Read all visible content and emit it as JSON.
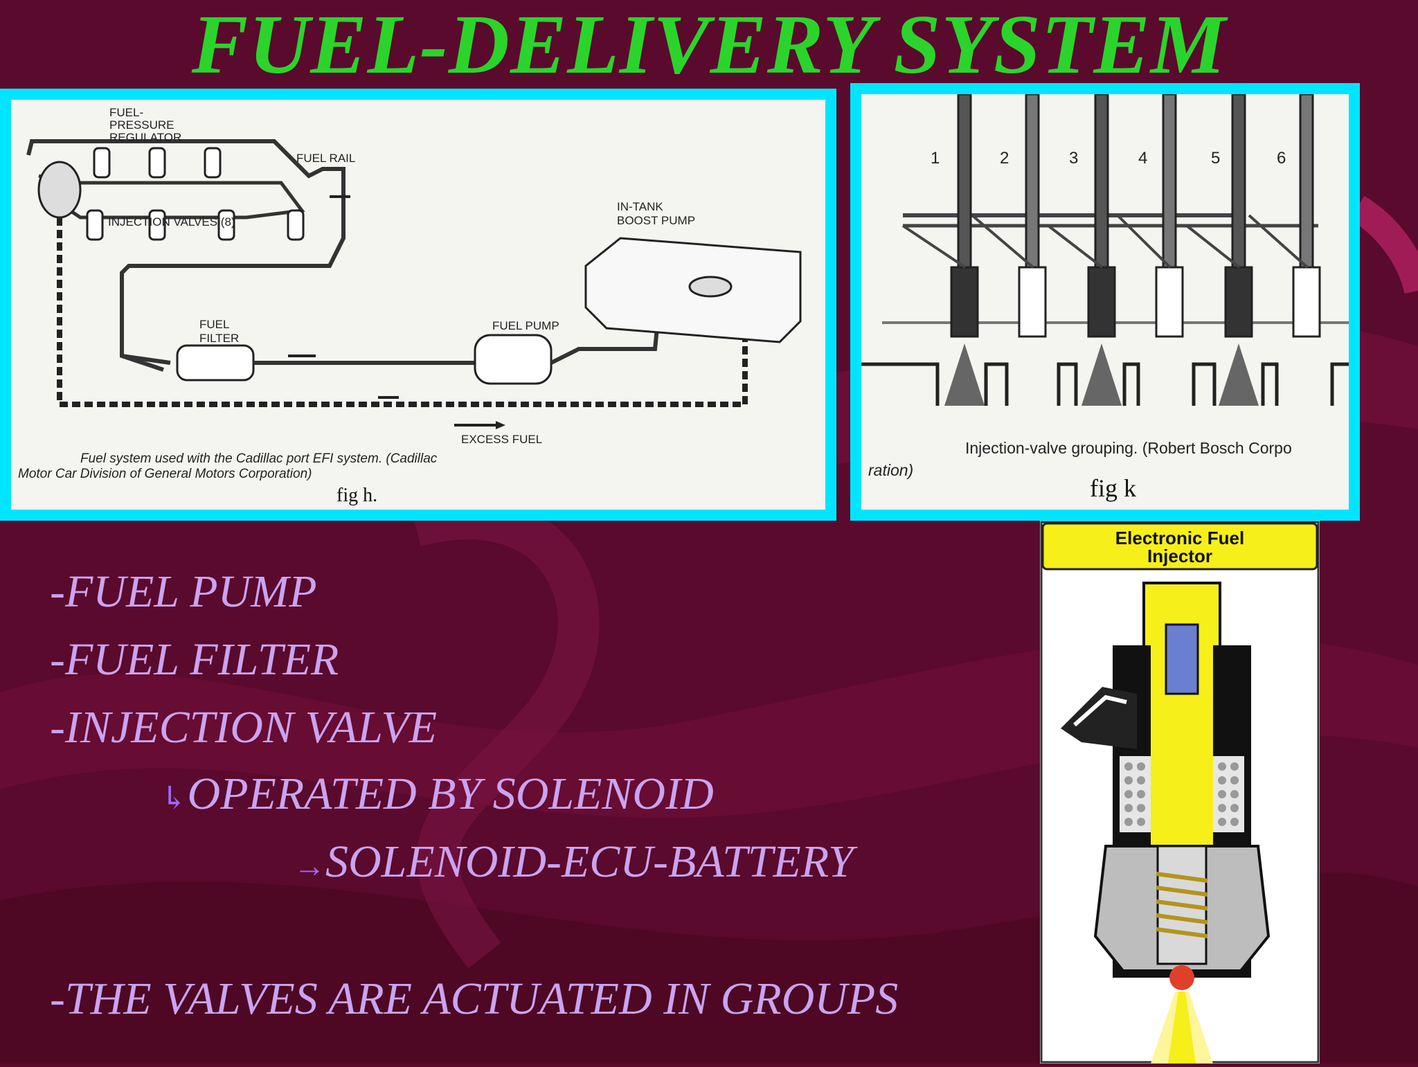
{
  "slide": {
    "title": "FUEL-DELIVERY SYSTEM",
    "colors": {
      "background": "#5a0a2c",
      "title": "#2bd42b",
      "frame": "#00e5ff",
      "bullet_text": "#c9a4f0"
    }
  },
  "fig_h": {
    "labels": {
      "regulator_1": "FUEL-",
      "regulator_2": "PRESSURE",
      "regulator_3": "REGULATOR",
      "fuel_rail": "FUEL RAIL",
      "injection_valves": "INJECTION VALVES (8)",
      "in_tank_1": "IN-TANK",
      "in_tank_2": "BOOST PUMP",
      "fuel_filter_1": "FUEL",
      "fuel_filter_2": "FILTER",
      "fuel_pump": "FUEL PUMP",
      "excess_fuel": "EXCESS FUEL"
    },
    "caption_1": "Fuel system used with the Cadillac port EFI system. (Cadillac",
    "caption_2": "Motor Car Division of General Motors Corporation)",
    "fig_label": "fig h."
  },
  "fig_k": {
    "numbers": [
      "1",
      "2",
      "3",
      "4",
      "5",
      "6"
    ],
    "caption_1": "Injection-valve grouping. (Robert Bosch Corpo",
    "caption_2": "ration)",
    "fig_label": "fig k"
  },
  "injector": {
    "title_1": "Electronic Fuel",
    "title_2": "Injector"
  },
  "bullets": {
    "b1": "-FUEL PUMP",
    "b2": "-FUEL FILTER",
    "b3": "-INJECTION VALVE",
    "b4": "OPERATED BY SOLENOID",
    "b5": "SOLENOID-ECU-BATTERY",
    "b6": "-THE VALVES ARE ACTUATED IN GROUPS"
  }
}
